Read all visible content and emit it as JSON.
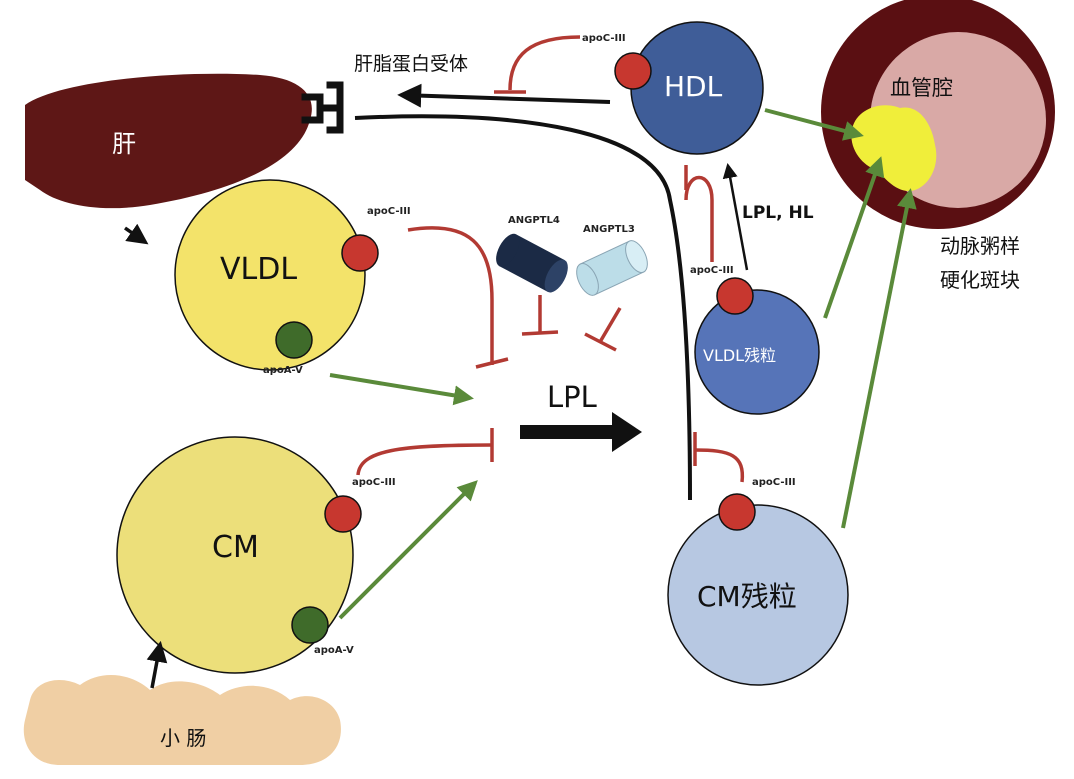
{
  "organs": {
    "liver": "肝",
    "intestine": "小 肠",
    "lumen": "血管腔"
  },
  "receptor": "肝脂蛋白受体",
  "plaque": {
    "line1": "动脉粥样",
    "line2": "硬化斑块"
  },
  "particles": {
    "vldl": "VLDL",
    "cm": "CM",
    "hdl": "HDL",
    "vldl_remnant": "VLDL残粒",
    "cm_remnant": "CM残粒"
  },
  "proteins": {
    "apoc3": "apoC-III",
    "apoav": "apoA-V",
    "angptl4": "ANGPTL4",
    "angptl3": "ANGPTL3"
  },
  "enzymes": {
    "lpl": "LPL",
    "lpl_hl": "LPL, HL"
  },
  "colors": {
    "liver": "#5e1716",
    "particle_yellow": "#f3e36a",
    "hdl_blue": "#3f5d98",
    "remnant_blue": "#5674b8",
    "cm_remnant_blue": "#b7c8e2",
    "apoc3_red": "#c7372f",
    "apoav_green": "#3f6b2a",
    "inhibit_red": "#b23a33",
    "stimulate_green": "#5a8a3a",
    "intestine": "#f0cfa4",
    "vessel_wall": "#5a0f12",
    "lumen_pink": "#d9a9a6",
    "plaque_yellow": "#f0ee3a",
    "angptl4": "#1b2a45",
    "angptl3": "#bcdde8"
  }
}
